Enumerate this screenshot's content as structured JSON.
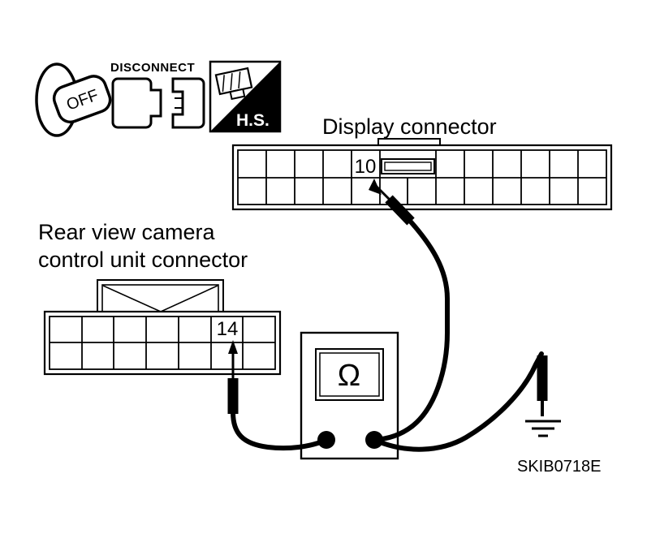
{
  "colors": {
    "ink": "#000000",
    "paper": "#ffffff"
  },
  "badges": {
    "ignition_off": "OFF",
    "disconnect": "DISCONNECT",
    "harness_side": "H.S."
  },
  "display_connector": {
    "label": "Display connector",
    "pin": "10",
    "rows": 2,
    "columns": 13
  },
  "camera_connector": {
    "label_line1": "Rear view camera",
    "label_line2": "control unit connector",
    "pin": "14",
    "rows": 2,
    "columns": 7
  },
  "ohmmeter": {
    "display_symbol": "Ω"
  },
  "figure": {
    "code": "SKIB0718E"
  }
}
